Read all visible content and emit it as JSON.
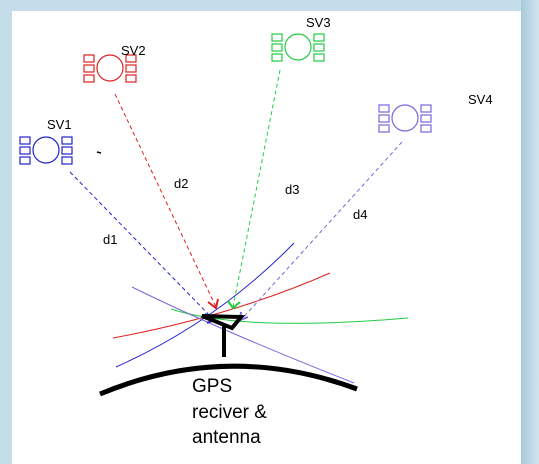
{
  "satellites": [
    {
      "label": "SV1",
      "color": "#2222cc"
    },
    {
      "label": "SV2",
      "color": "#dd2222"
    },
    {
      "label": "SV3",
      "color": "#22cc44"
    },
    {
      "label": "SV4",
      "color": "#7766dd"
    }
  ],
  "distances": [
    "d1",
    "d2",
    "d3",
    "d4"
  ],
  "receiver": {
    "caption_lines": [
      "GPS",
      "reciver &",
      "antenna"
    ]
  },
  "colors": {
    "frame": "#c5dde8",
    "panel": "#ffffff",
    "earth": "#000000"
  }
}
